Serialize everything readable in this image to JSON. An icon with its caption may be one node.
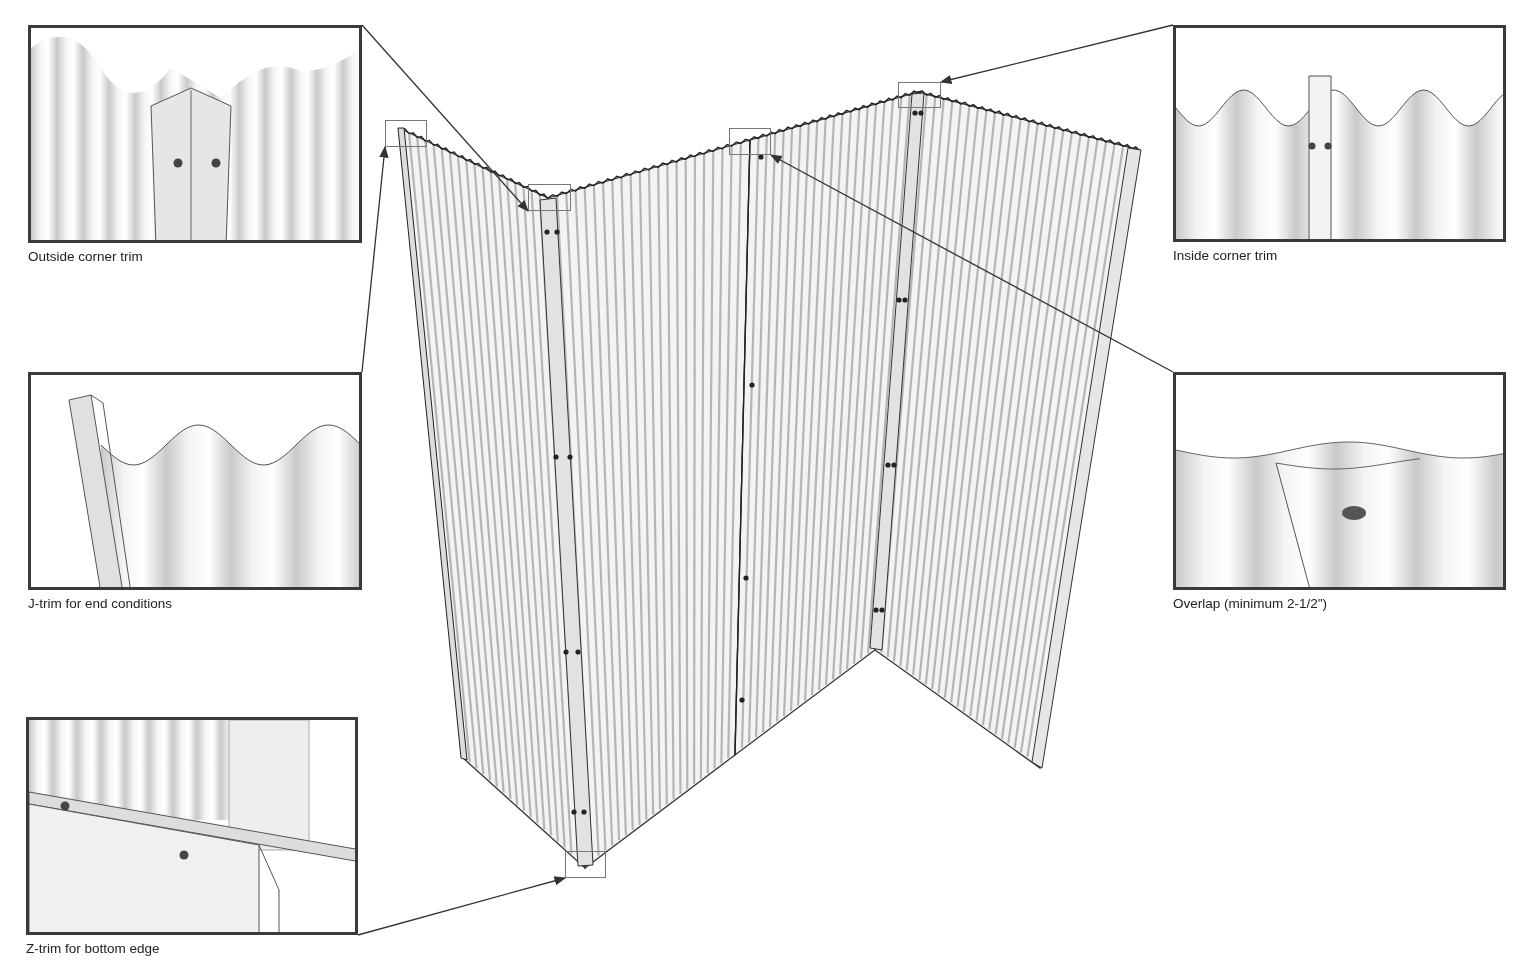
{
  "diagram": {
    "nodes": [
      {
        "text": [
          "Outside corner trim"
        ]
      },
      {
        "text": [
          "Inside corner trim"
        ]
      },
      {
        "text": [
          "J-trim for end conditions"
        ]
      },
      {
        "text": [
          "Overlap (minimum 2-1/2\")"
        ]
      },
      {
        "text": [
          "Z-trim for bottom edge"
        ]
      },
      {
        "text": [],
        "shape": "box"
      },
      {
        "text": [],
        "shape": "box"
      },
      {
        "text": [],
        "shape": "box"
      },
      {
        "text": [],
        "shape": "box"
      },
      {
        "text": [],
        "shape": "box"
      }
    ],
    "edges": [
      {
        "from": 0,
        "to": 6,
        "arrow": "to"
      },
      {
        "from": 1,
        "to": 9,
        "arrow": "to"
      },
      {
        "from": 2,
        "to": 5,
        "arrow": "to"
      },
      {
        "from": 3,
        "to": 8,
        "arrow": "to"
      },
      {
        "from": 4,
        "to": 7,
        "arrow": "to"
      }
    ]
  }
}
